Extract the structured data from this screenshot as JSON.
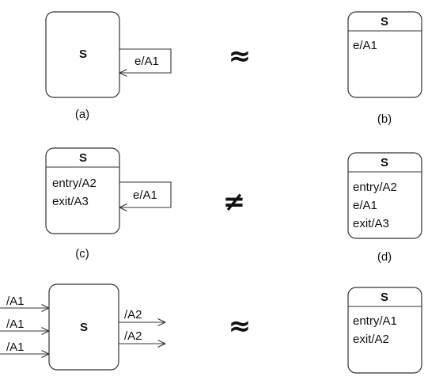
{
  "state_name": "S",
  "symbols": {
    "approx": "≈",
    "not_equal": "≠"
  },
  "captions": {
    "a": "(a)",
    "b": "(b)",
    "c": "(c)",
    "d": "(d)"
  },
  "diagram_a": {
    "transition": "e/A1"
  },
  "diagram_b": {
    "actions": [
      "e/A1"
    ]
  },
  "diagram_c": {
    "actions": [
      "entry/A2",
      "exit/A3"
    ],
    "transition": "e/A1"
  },
  "diagram_d": {
    "actions": [
      "entry/A2",
      "e/A1",
      "exit/A3"
    ]
  },
  "diagram_e": {
    "incoming": [
      "/A1",
      "/A1",
      "/A1"
    ],
    "outgoing": [
      "/A2",
      "/A2"
    ]
  },
  "diagram_f": {
    "actions": [
      "entry/A1",
      "exit/A2"
    ]
  }
}
